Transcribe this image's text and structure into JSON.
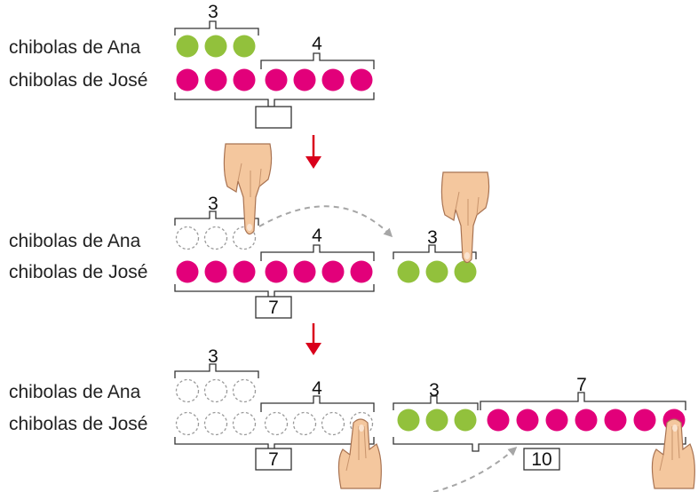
{
  "colors": {
    "green": "#92c13c",
    "pink": "#e2007a",
    "red_arrow": "#d9001b",
    "gray_arrow": "#a6a6a6",
    "skin": "#f4c79e"
  },
  "rows": {
    "ana_label": "chibolas de Ana",
    "jose_label": "chibolas de José"
  },
  "step1": {
    "ana_count": "3",
    "added_count": "4",
    "total_box": ""
  },
  "step2": {
    "ana_count": "3",
    "added_count": "4",
    "total_box": "7",
    "moved_count": "3"
  },
  "step3": {
    "ana_count": "3",
    "added_count": "4",
    "total_box": "7",
    "moved_count": "3",
    "added_right_count": "7",
    "result_box": "10"
  }
}
